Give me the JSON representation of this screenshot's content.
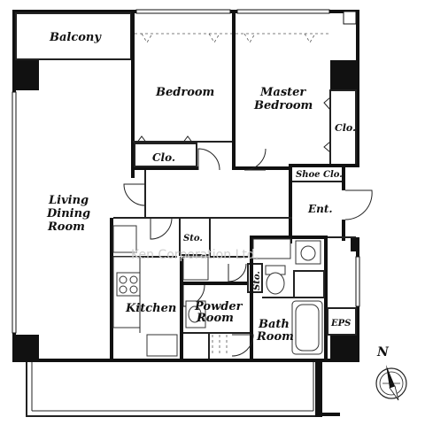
{
  "rooms": {
    "balcony": "Balcony",
    "bedroom": "Bedroom",
    "master_line1": "Master",
    "master_line2": "Bedroom",
    "clo_right": "Clo.",
    "clo_bedroom": "Clo.",
    "shoe_clo": "Shoe Clo.",
    "living_line1": "Living",
    "living_line2": "Dining",
    "living_line3": "Room",
    "ent": "Ent.",
    "sto_upper": "Sto.",
    "sto_lower": "Sto.",
    "kitchen": "Kitchen",
    "powder_line1": "Powder",
    "powder_line2": "Room",
    "bath_line1": "Bath",
    "bath_line2": "Room",
    "eps": "EPS"
  },
  "watermark": "Ken Corporation Ltd.",
  "compass": {
    "letter": "N",
    "icon": "north-arrow-icon"
  }
}
